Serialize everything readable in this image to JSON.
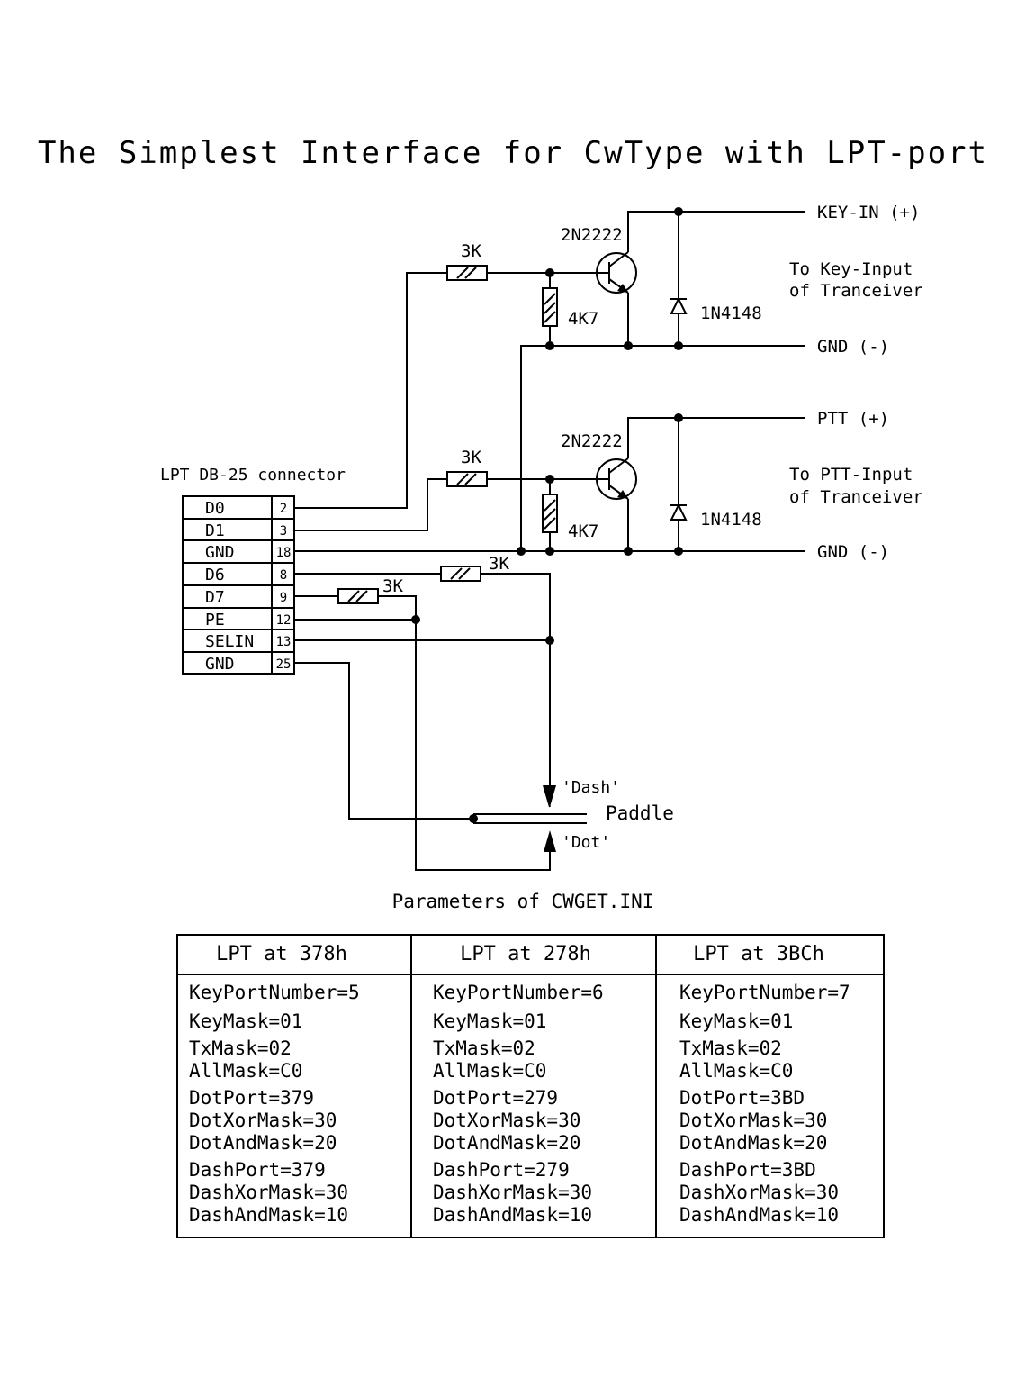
{
  "title": "The Simplest Interface for CwType with LPT-port",
  "connector_label": "LPT DB-25 connector",
  "pins": [
    {
      "name": "D0",
      "num": "2"
    },
    {
      "name": "D1",
      "num": "3"
    },
    {
      "name": "GND",
      "num": "18"
    },
    {
      "name": "D6",
      "num": "8"
    },
    {
      "name": "D7",
      "num": "9"
    },
    {
      "name": "PE",
      "num": "12"
    },
    {
      "name": "SELIN",
      "num": "13"
    },
    {
      "name": "GND",
      "num": "25"
    }
  ],
  "key_circuit": {
    "resistor": "3K",
    "pulldown": "4K7",
    "transistor": "2N2222",
    "diode": "1N4148",
    "out_pos": "KEY-IN (+)",
    "out_gnd": "GND (-)",
    "note_line1": "To Key-Input",
    "note_line2": "of Tranceiver"
  },
  "ptt_circuit": {
    "resistor": "3K",
    "pulldown": "4K7",
    "transistor": "2N2222",
    "diode": "1N4148",
    "out_pos": "PTT (+)",
    "out_gnd": "GND (-)",
    "note_line1": "To PTT-Input",
    "note_line2": "of Tranceiver"
  },
  "paddle": {
    "d6_resistor": "3K",
    "d7_resistor": "3K",
    "dash_label": "'Dash'",
    "dot_label": "'Dot'",
    "paddle_label": "Paddle"
  },
  "table": {
    "caption": "Parameters of CWGET.INI",
    "columns": [
      {
        "header": "LPT at 378h",
        "groups": [
          [
            "KeyPortNumber=5"
          ],
          [
            "KeyMask=01"
          ],
          [
            "TxMask=02",
            "AllMask=C0"
          ],
          [
            "DotPort=379",
            "DotXorMask=30",
            "DotAndMask=20"
          ],
          [
            "DashPort=379",
            "DashXorMask=30",
            "DashAndMask=10"
          ]
        ]
      },
      {
        "header": "LPT at 278h",
        "groups": [
          [
            "KeyPortNumber=6"
          ],
          [
            "KeyMask=01"
          ],
          [
            "TxMask=02",
            "AllMask=C0"
          ],
          [
            "DotPort=279",
            "DotXorMask=30",
            "DotAndMask=20"
          ],
          [
            "DashPort=279",
            "DashXorMask=30",
            "DashAndMask=10"
          ]
        ]
      },
      {
        "header": "LPT at 3BCh",
        "groups": [
          [
            "KeyPortNumber=7"
          ],
          [
            "KeyMask=01"
          ],
          [
            "TxMask=02",
            "AllMask=C0"
          ],
          [
            "DotPort=3BD",
            "DotXorMask=30",
            "DotAndMask=20"
          ],
          [
            "DashPort=3BD",
            "DashXorMask=30",
            "DashAndMask=10"
          ]
        ]
      }
    ]
  }
}
